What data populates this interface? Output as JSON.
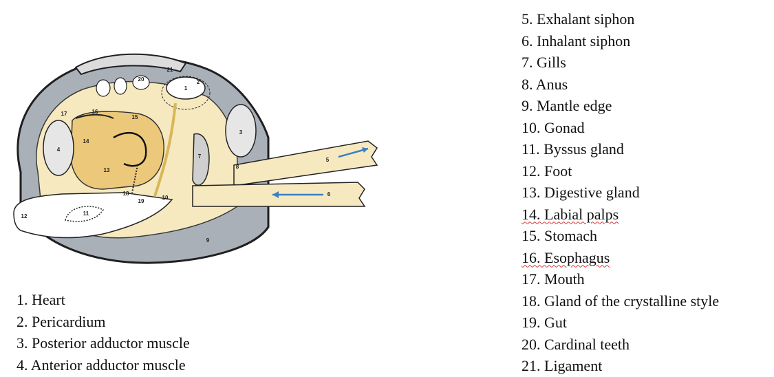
{
  "diagram": {
    "colors": {
      "shell_outline": "#1f1f1f",
      "mantle_gray": "#a9b0b8",
      "body_cream": "#f6e9bf",
      "digestive_gland": "#ecc97a",
      "arrow": "#3b7fc4"
    },
    "labels": [
      "1",
      "2",
      "3",
      "4",
      "5",
      "6",
      "7",
      "8",
      "9",
      "10",
      "11",
      "12",
      "13",
      "14",
      "15",
      "16",
      "17",
      "18",
      "19",
      "20",
      "21"
    ]
  },
  "legend": {
    "left": [
      "1. Heart",
      "2. Pericardium",
      "3. Posterior adductor muscle",
      "4. Anterior adductor muscle"
    ],
    "right": [
      "5. Exhalant siphon",
      "6. Inhalant siphon",
      "7. Gills",
      "8. Anus",
      "9. Mantle edge",
      "10. Gonad",
      "11. Byssus gland",
      "12. Foot",
      "13. Digestive gland",
      "14. Labial palps",
      "15. Stomach",
      "16. Esophagus",
      "17. Mouth",
      "18. Gland of the crystalline style",
      "19. Gut",
      "20. Cardinal teeth",
      "21. Ligament"
    ]
  }
}
